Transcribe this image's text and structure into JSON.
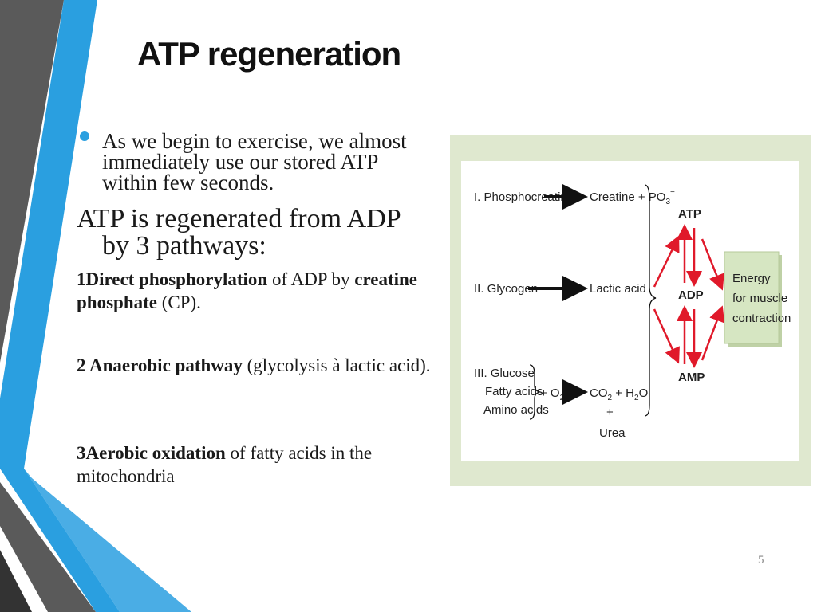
{
  "slide": {
    "title": "ATP regeneration",
    "bullet1": "As we begin to exercise, we almost immediately use our stored ATP within few seconds.",
    "para2_line1": "ATP is regenerated from ADP",
    "para2_line2": "by 3 pathways:",
    "item1": {
      "bold1": "1Direct phosphorylation",
      "text1": " of ADP by ",
      "bold2": "creatine phosphate",
      "text2": " (CP)."
    },
    "item2": {
      "bold": "2  Anaerobic pathway",
      "text": " (glycolysis à lactic acid)."
    },
    "item3": {
      "bold": "3Aerobic oxidation",
      "text": " of fatty acids in the mitochondria"
    },
    "page_number": "5"
  },
  "diagram": {
    "pathway1_source": "I. Phosphocreatine",
    "pathway1_product": "Creatine + PO",
    "pathway1_sub": "3",
    "pathway1_sup": "−",
    "pathway2_source": "II. Glycogen",
    "pathway2_product": "Lactic acid",
    "pathway3_source1": "III. Glucose",
    "pathway3_source2": "Fatty acids",
    "pathway3_source3": "Amino acids",
    "pathway3_o2": "+ O",
    "pathway3_o2_sub": "2",
    "pathway3_co2": "CO",
    "pathway3_co2_sub": "2",
    "pathway3_h2o": " + H",
    "pathway3_h2o_sub": "2",
    "pathway3_h2o_end": "O",
    "pathway3_plus": "+",
    "pathway3_urea": "Urea",
    "atp": "ATP",
    "adp": "ADP",
    "amp": "AMP",
    "energy1": "Energy",
    "energy2": "for muscle",
    "energy3": "contraction",
    "arrow_color": "#e0192a",
    "figure_bg": "#dfe8cf",
    "energy_box_color": "#cfe0b8"
  },
  "colors": {
    "accent_blue": "#2a9fe0",
    "dark_stripe": "#4a4a4a"
  }
}
